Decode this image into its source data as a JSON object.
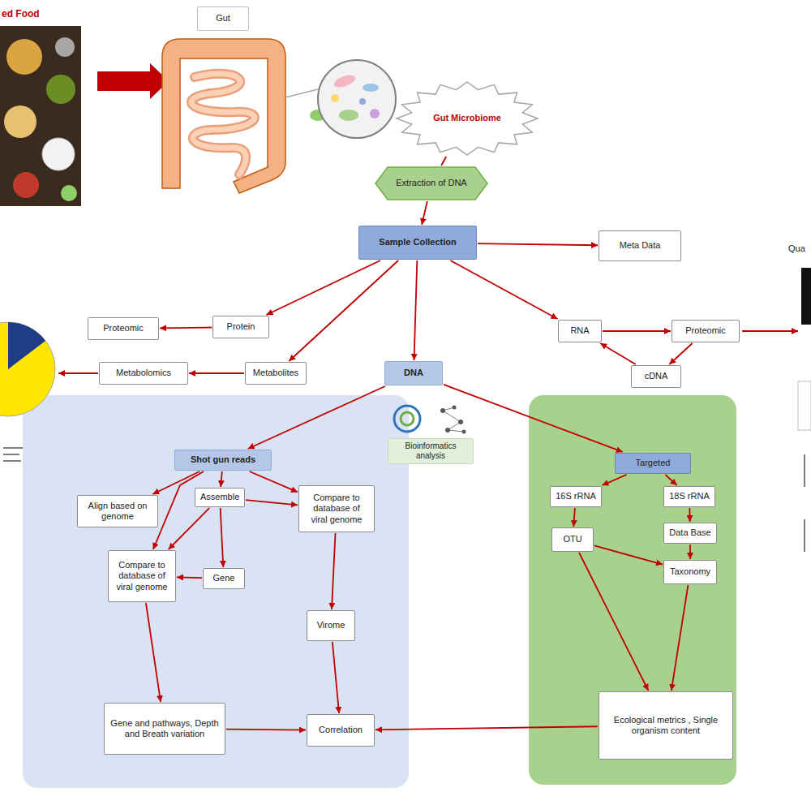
{
  "diagram": {
    "nodes": [
      {
        "text": [
          "Gut"
        ]
      },
      {
        "text": [
          "Gut Microbiome"
        ]
      },
      {
        "text": [
          "Extraction of DNA"
        ]
      },
      {
        "text": [
          "Sample Collection"
        ]
      },
      {
        "text": [
          "Meta Data"
        ]
      },
      {
        "text": [
          "Protein"
        ]
      },
      {
        "text": [
          "Proteomic"
        ]
      },
      {
        "text": [
          "RNA"
        ]
      },
      {
        "text": [
          "Proteomic"
        ]
      },
      {
        "text": [
          "cDNA"
        ]
      },
      {
        "text": [
          "Metabolites"
        ]
      },
      {
        "text": [
          "Metabolomics"
        ]
      },
      {
        "text": [
          "DNA"
        ]
      },
      {
        "text": [
          "Bioinformatics analysis"
        ]
      },
      {
        "text": [
          "Shot gun reads"
        ]
      },
      {
        "text": [
          "Align based on genome"
        ]
      },
      {
        "text": [
          "Assemble"
        ]
      },
      {
        "text": [
          "Compare to database of viral genome"
        ]
      },
      {
        "text": [
          "Compare to database of viral genome"
        ]
      },
      {
        "text": [
          "Gene"
        ]
      },
      {
        "text": [
          "Virome"
        ]
      },
      {
        "text": [
          "Gene and pathways, Depth and Breath variation"
        ]
      },
      {
        "text": [
          "Correlation"
        ]
      },
      {
        "text": [
          "Targeted"
        ]
      },
      {
        "text": [
          "16S rRNA"
        ]
      },
      {
        "text": [
          "18S rRNA"
        ]
      },
      {
        "text": [
          "OTU"
        ]
      },
      {
        "text": [
          "Data Base"
        ]
      },
      {
        "text": [
          "Taxonomy"
        ]
      },
      {
        "text": [
          "Ecological metrics , Single organism content"
        ]
      }
    ],
    "edges": [
      {
        "from": 1,
        "to": 2,
        "arrow": "none"
      },
      {
        "from": 2,
        "to": 3,
        "arrow": "to"
      },
      {
        "from": 3,
        "to": 4,
        "arrow": "to"
      },
      {
        "from": 3,
        "to": 5,
        "arrow": "to"
      },
      {
        "from": 5,
        "to": 6,
        "arrow": "to"
      },
      {
        "from": 3,
        "to": 10,
        "arrow": "to"
      },
      {
        "from": 10,
        "to": 11,
        "arrow": "to"
      },
      {
        "from": 3,
        "to": 12,
        "arrow": "to"
      },
      {
        "from": 3,
        "to": 7,
        "arrow": "to"
      },
      {
        "from": 7,
        "to": 8,
        "arrow": "to"
      },
      {
        "from": 8,
        "to": 9,
        "arrow": "to"
      },
      {
        "from": 9,
        "to": 7,
        "arrow": "to"
      },
      {
        "from": 12,
        "to": 14,
        "arrow": "to"
      },
      {
        "from": 12,
        "to": 23,
        "arrow": "to"
      },
      {
        "from": 14,
        "to": 15,
        "arrow": "to"
      },
      {
        "from": 14,
        "to": 16,
        "arrow": "to"
      },
      {
        "from": 14,
        "to": 17,
        "arrow": "to"
      },
      {
        "from": 14,
        "to": 18,
        "arrow": "to"
      },
      {
        "from": 16,
        "to": 18,
        "arrow": "to"
      },
      {
        "from": 16,
        "to": 19,
        "arrow": "to"
      },
      {
        "from": 16,
        "to": 17,
        "arrow": "to"
      },
      {
        "from": 19,
        "to": 18,
        "arrow": "to"
      },
      {
        "from": 18,
        "to": 21,
        "arrow": "to"
      },
      {
        "from": 17,
        "to": 20,
        "arrow": "to"
      },
      {
        "from": 20,
        "to": 22,
        "arrow": "to"
      },
      {
        "from": 21,
        "to": 22,
        "arrow": "to"
      },
      {
        "from": 29,
        "to": 22,
        "arrow": "to"
      },
      {
        "from": 23,
        "to": 24,
        "arrow": "to"
      },
      {
        "from": 23,
        "to": 25,
        "arrow": "to"
      },
      {
        "from": 24,
        "to": 26,
        "arrow": "to"
      },
      {
        "from": 25,
        "to": 27,
        "arrow": "to"
      },
      {
        "from": 27,
        "to": 28,
        "arrow": "to"
      },
      {
        "from": 26,
        "to": 28,
        "arrow": "to"
      },
      {
        "from": 26,
        "to": 29,
        "arrow": "to"
      },
      {
        "from": 28,
        "to": 29,
        "arrow": "to"
      }
    ],
    "labels": [
      "ed Food",
      "Qua"
    ]
  }
}
